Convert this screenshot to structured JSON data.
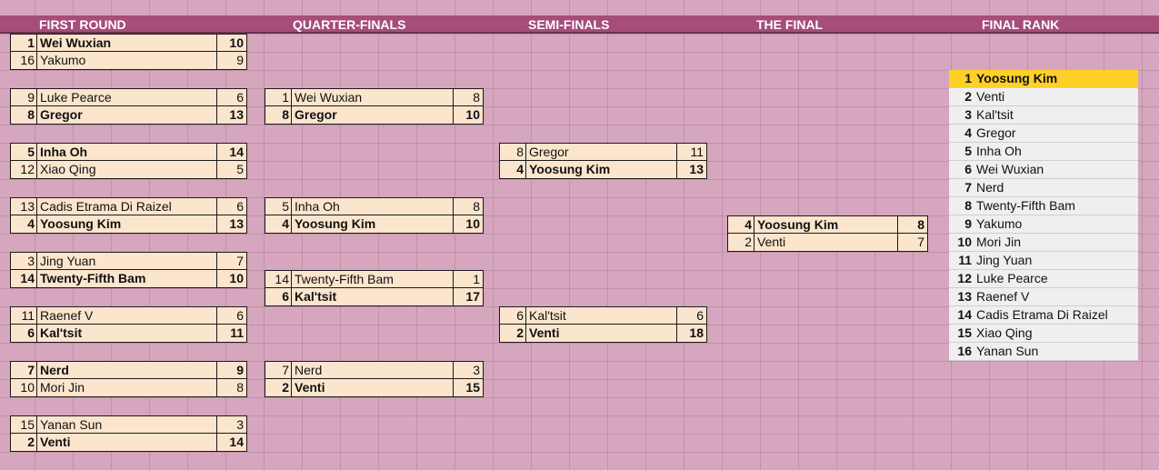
{
  "headers": [
    "FIRST ROUND",
    "QUARTER-FINALS",
    "SEMI-FINALS",
    "THE FINAL",
    "FINAL RANK"
  ],
  "rounds": [
    {
      "matches": [
        [
          {
            "seed": "1",
            "name": "Wei Wuxian",
            "score": "10",
            "winner": true
          },
          {
            "seed": "16",
            "name": "Yakumo",
            "score": "9",
            "winner": false
          }
        ],
        [
          {
            "seed": "9",
            "name": "Luke Pearce",
            "score": "6",
            "winner": false
          },
          {
            "seed": "8",
            "name": "Gregor",
            "score": "13",
            "winner": true
          }
        ],
        [
          {
            "seed": "5",
            "name": "Inha Oh",
            "score": "14",
            "winner": true
          },
          {
            "seed": "12",
            "name": "Xiao Qing",
            "score": "5",
            "winner": false
          }
        ],
        [
          {
            "seed": "13",
            "name": "Cadis Etrama Di Raizel",
            "score": "6",
            "winner": false
          },
          {
            "seed": "4",
            "name": "Yoosung Kim",
            "score": "13",
            "winner": true
          }
        ],
        [
          {
            "seed": "3",
            "name": "Jing Yuan",
            "score": "7",
            "winner": false
          },
          {
            "seed": "14",
            "name": "Twenty-Fifth Bam",
            "score": "10",
            "winner": true
          }
        ],
        [
          {
            "seed": "11",
            "name": "Raenef V",
            "score": "6",
            "winner": false
          },
          {
            "seed": "6",
            "name": "Kal'tsit",
            "score": "11",
            "winner": true
          }
        ],
        [
          {
            "seed": "7",
            "name": "Nerd",
            "score": "9",
            "winner": true
          },
          {
            "seed": "10",
            "name": "Mori Jin",
            "score": "8",
            "winner": false
          }
        ],
        [
          {
            "seed": "15",
            "name": "Yanan Sun",
            "score": "3",
            "winner": false
          },
          {
            "seed": "2",
            "name": "Venti",
            "score": "14",
            "winner": true
          }
        ]
      ]
    },
    {
      "matches": [
        [
          {
            "seed": "1",
            "name": "Wei Wuxian",
            "score": "8",
            "winner": false
          },
          {
            "seed": "8",
            "name": "Gregor",
            "score": "10",
            "winner": true
          }
        ],
        [
          {
            "seed": "5",
            "name": "Inha Oh",
            "score": "8",
            "winner": false
          },
          {
            "seed": "4",
            "name": "Yoosung Kim",
            "score": "10",
            "winner": true
          }
        ],
        [
          {
            "seed": "14",
            "name": "Twenty-Fifth Bam",
            "score": "1",
            "winner": false
          },
          {
            "seed": "6",
            "name": "Kal'tsit",
            "score": "17",
            "winner": true
          }
        ],
        [
          {
            "seed": "7",
            "name": "Nerd",
            "score": "3",
            "winner": false
          },
          {
            "seed": "2",
            "name": "Venti",
            "score": "15",
            "winner": true
          }
        ]
      ]
    },
    {
      "matches": [
        [
          {
            "seed": "8",
            "name": "Gregor",
            "score": "11",
            "winner": false
          },
          {
            "seed": "4",
            "name": "Yoosung Kim",
            "score": "13",
            "winner": true
          }
        ],
        [
          {
            "seed": "6",
            "name": "Kal'tsit",
            "score": "6",
            "winner": false
          },
          {
            "seed": "2",
            "name": "Venti",
            "score": "18",
            "winner": true
          }
        ]
      ]
    },
    {
      "matches": [
        [
          {
            "seed": "4",
            "name": "Yoosung Kim",
            "score": "8",
            "winner": true
          },
          {
            "seed": "2",
            "name": "Venti",
            "score": "7",
            "winner": false
          }
        ]
      ]
    }
  ],
  "final_rank": [
    {
      "rank": "1",
      "name": "Yoosung Kim"
    },
    {
      "rank": "2",
      "name": "Venti"
    },
    {
      "rank": "3",
      "name": "Kal'tsit"
    },
    {
      "rank": "4",
      "name": "Gregor"
    },
    {
      "rank": "5",
      "name": "Inha Oh"
    },
    {
      "rank": "6",
      "name": "Wei Wuxian"
    },
    {
      "rank": "7",
      "name": "Nerd"
    },
    {
      "rank": "8",
      "name": "Twenty-Fifth Bam"
    },
    {
      "rank": "9",
      "name": "Yakumo"
    },
    {
      "rank": "10",
      "name": "Mori Jin"
    },
    {
      "rank": "11",
      "name": "Jing Yuan"
    },
    {
      "rank": "12",
      "name": "Luke Pearce"
    },
    {
      "rank": "13",
      "name": "Raenef V"
    },
    {
      "rank": "14",
      "name": "Cadis Etrama Di Raizel"
    },
    {
      "rank": "15",
      "name": "Xiao Qing"
    },
    {
      "rank": "16",
      "name": "Yanan Sun"
    }
  ],
  "colors": {
    "sheet_background": "#d5a6bd",
    "header_bar": "#a64d79",
    "match_cell": "#fce5cd",
    "rank_cell": "#efefef",
    "rank_first": "#ffd027"
  }
}
